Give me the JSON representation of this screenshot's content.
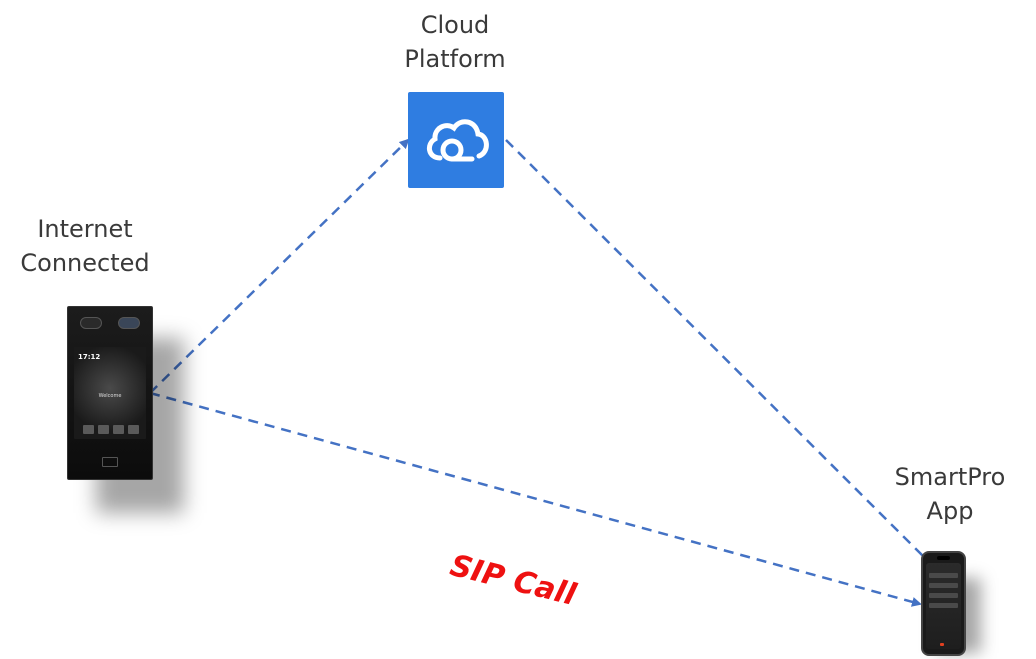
{
  "nodes": {
    "cloud": {
      "label": "Cloud\nPlatform",
      "icon": "cloud-icon",
      "color": "#2f7de1"
    },
    "device": {
      "label": "Internet\nConnected",
      "icon": "door-station-icon",
      "screen_time": "17:12",
      "screen_text": "Welcome"
    },
    "app": {
      "label": "SmartPro\nApp",
      "icon": "smartphone-icon"
    }
  },
  "edges": {
    "sip_call": {
      "label": "SIP Call",
      "color": "#ee1111"
    },
    "line_color": "#4472c4"
  }
}
